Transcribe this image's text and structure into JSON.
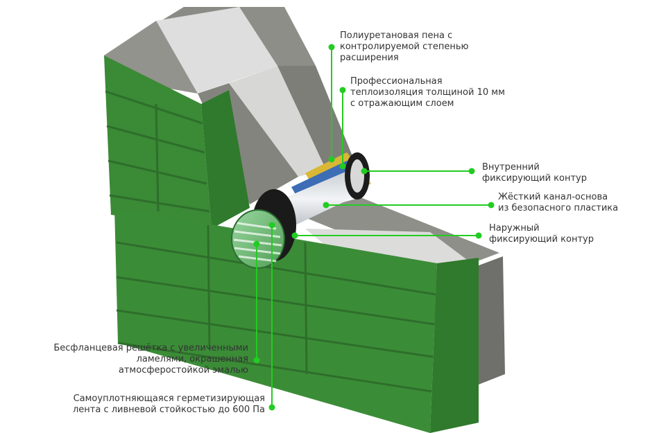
{
  "colors": {
    "accent": "#22cc22",
    "wall_green": "#3c8a38",
    "wall_grey": "#8a8a85",
    "insulation": "#dcdcd8"
  },
  "labels": {
    "foam": [
      "Полиуретановая пена с",
      "контролируемой степенью",
      "расширения"
    ],
    "insulation": [
      "Профессиональная",
      "теплоизоляция толщиной 10 мм",
      "с отражающим слоем"
    ],
    "inner_ring": [
      "Внутренний",
      "фиксирующий контур"
    ],
    "channel": [
      "Жёсткий канал-основа",
      "из безопасного пластика"
    ],
    "outer_ring": [
      "Наружный",
      "фиксирующий контур"
    ],
    "grille": [
      "Бесфланцевая решётка с увеличенными",
      "ламелями, окрашенная",
      "атмосферостойкой эмалью"
    ],
    "tape": [
      "Самоуплотняющаяся герметизирующая",
      "лента с ливневой стойкостью до 600 Па"
    ]
  }
}
